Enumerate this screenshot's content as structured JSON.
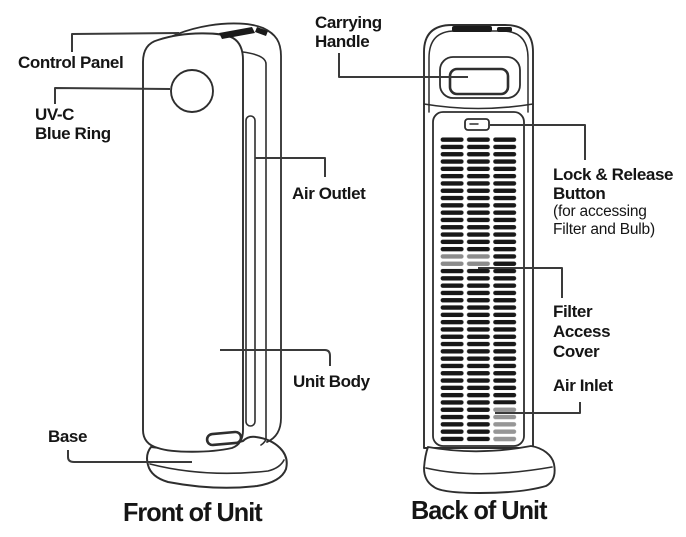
{
  "title": "Air purifier parts diagram",
  "colors": {
    "ink": "#151515",
    "line": "#2e2e2e",
    "bg": "#ffffff"
  },
  "front": {
    "caption": "Front of Unit",
    "labels": {
      "control_panel": {
        "text": "Control Panel"
      },
      "uv_c_blue_ring": {
        "lines": [
          "UV-C",
          "Blue Ring"
        ]
      },
      "air_outlet": {
        "text": "Air Outlet"
      },
      "unit_body": {
        "text": "Unit Body"
      },
      "base": {
        "text": "Base"
      }
    }
  },
  "back": {
    "caption": "Back of Unit",
    "labels": {
      "carrying_handle": {
        "lines": [
          "Carrying",
          "Handle"
        ]
      },
      "lock_release": {
        "bold_lines": [
          "Lock & Release",
          "Button"
        ],
        "note_lines": [
          "(for accessing",
          "Filter and Bulb)"
        ]
      },
      "filter_access_cover": {
        "lines": [
          "Filter",
          "Access",
          "Cover"
        ]
      },
      "air_inlet": {
        "text": "Air Inlet"
      }
    }
  }
}
